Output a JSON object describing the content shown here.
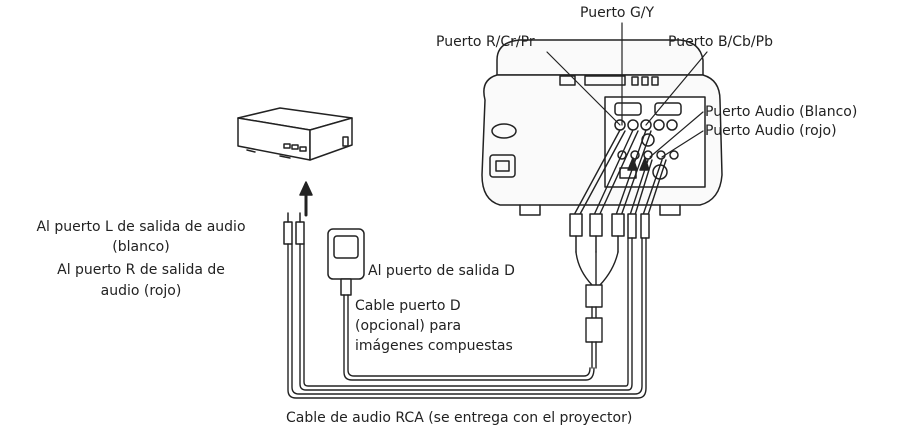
{
  "labels": {
    "port_gy": "Puerto G/Y",
    "port_rcrpr": "Puerto R/Cr/Pr",
    "port_bcbpb": "Puerto B/Cb/Pb",
    "port_audio_white": "Puerto Audio (Blanco)",
    "port_audio_red": "Puerto Audio (rojo)",
    "left_line1": "Al puerto L de salida de audio",
    "left_line2": "(blanco)",
    "left_line3": "Al puerto R de salida de",
    "left_line4": "audio (rojo)",
    "d_out": "Al puerto de salida D",
    "dcable_line1": "Cable puerto D",
    "dcable_line2": "(opcional) para",
    "dcable_line3": "imágenes compuestas",
    "rca_cable": "Cable de audio RCA (se entrega con el proyector)"
  },
  "icons": [
    "projector-icon",
    "av-player-icon",
    "rca-plug-icon",
    "d-connector-icon",
    "arrow-up-icon"
  ]
}
